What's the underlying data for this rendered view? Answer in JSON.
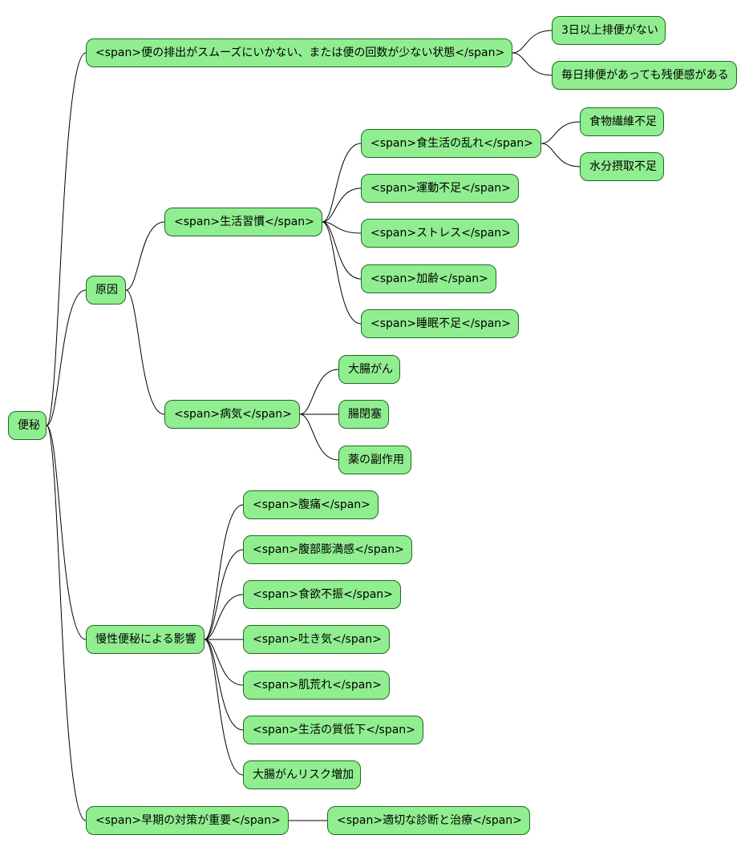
{
  "root": {
    "id": "root",
    "label": "便秘",
    "children": [
      {
        "id": "definition",
        "label": "<span>便の排出がスムーズにいかない、または便の回数が少ない状態</span>",
        "children": [
          {
            "id": "def-1",
            "label": "3日以上排便がない"
          },
          {
            "id": "def-2",
            "label": "毎日排便があっても残便感がある"
          }
        ]
      },
      {
        "id": "causes",
        "label": "原因",
        "children": [
          {
            "id": "lifestyle",
            "label": "<span>生活習慣</span>",
            "children": [
              {
                "id": "diet",
                "label": "<span>食生活の乱れ</span>",
                "children": [
                  {
                    "id": "fiber",
                    "label": "食物繊維不足"
                  },
                  {
                    "id": "water",
                    "label": "水分摂取不足"
                  }
                ]
              },
              {
                "id": "exercise",
                "label": "<span>運動不足</span>"
              },
              {
                "id": "stress",
                "label": "<span>ストレス</span>"
              },
              {
                "id": "aging",
                "label": "<span>加齢</span>"
              },
              {
                "id": "sleep",
                "label": "<span>睡眠不足</span>"
              }
            ]
          },
          {
            "id": "disease",
            "label": "<span>病気</span>",
            "children": [
              {
                "id": "colon-cancer",
                "label": "大腸がん"
              },
              {
                "id": "obstruction",
                "label": "腸閉塞"
              },
              {
                "id": "side-effect",
                "label": "薬の副作用"
              }
            ]
          }
        ]
      },
      {
        "id": "effects",
        "label": "慢性便秘による影響",
        "children": [
          {
            "id": "eff-1",
            "label": "<span>腹痛</span>"
          },
          {
            "id": "eff-2",
            "label": "<span>腹部膨満感</span>"
          },
          {
            "id": "eff-3",
            "label": "<span>食欲不振</span>"
          },
          {
            "id": "eff-4",
            "label": "<span>吐き気</span>"
          },
          {
            "id": "eff-5",
            "label": "<span>肌荒れ</span>"
          },
          {
            "id": "eff-6",
            "label": "<span>生活の質低下</span>"
          },
          {
            "id": "eff-7",
            "label": "大腸がんリスク増加"
          }
        ]
      },
      {
        "id": "early",
        "label": "<span>早期の対策が重要</span>",
        "children": [
          {
            "id": "early-1",
            "label": "<span>適切な診断と治療</span>"
          }
        ]
      }
    ]
  },
  "colors": {
    "node_fill": "#90ee90",
    "node_border": "#1c6b1c",
    "connector": "#000000"
  }
}
